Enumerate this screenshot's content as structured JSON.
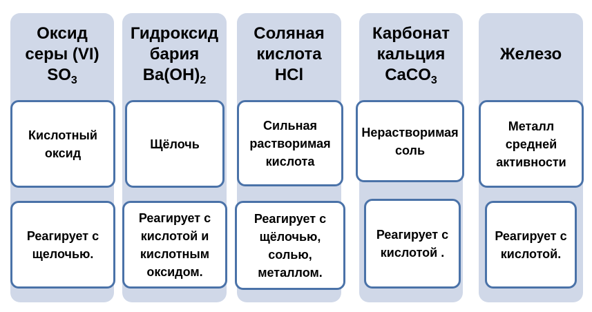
{
  "columns": [
    {
      "title_lines": [
        "Оксид",
        "серы (VI)"
      ],
      "formula": "SO",
      "formula_sub": "3",
      "formula_tail": "",
      "type": "Кислотный оксид",
      "property": "Реагирует с щелочью."
    },
    {
      "title_lines": [
        "Гидроксид",
        "бария"
      ],
      "formula": "Ba(OH)",
      "formula_sub": "2",
      "formula_tail": "",
      "type": "Щёлочь",
      "property": "Реагирует с кислотой и кислотным оксидом."
    },
    {
      "title_lines": [
        "Соляная",
        "кислота"
      ],
      "formula": "HCl",
      "formula_sub": "",
      "formula_tail": "",
      "type": "Сильная растворимая кислота",
      "property": "Реагирует с щёлочью, солью, металлом."
    },
    {
      "title_lines": [
        "Карбонат",
        "кальция"
      ],
      "formula": "CaCO",
      "formula_sub": "3",
      "formula_tail": "",
      "type": "Нерастворимая соль",
      "property": "Реагирует с кислотой ."
    },
    {
      "title_lines": [
        "Железо"
      ],
      "formula": "",
      "formula_sub": "",
      "formula_tail": "",
      "type": "Металл средней активности",
      "property": "Реагирует с кислотой."
    }
  ],
  "colors": {
    "column_bg": "#d0d8e8",
    "box_border": "#4a72a8"
  }
}
